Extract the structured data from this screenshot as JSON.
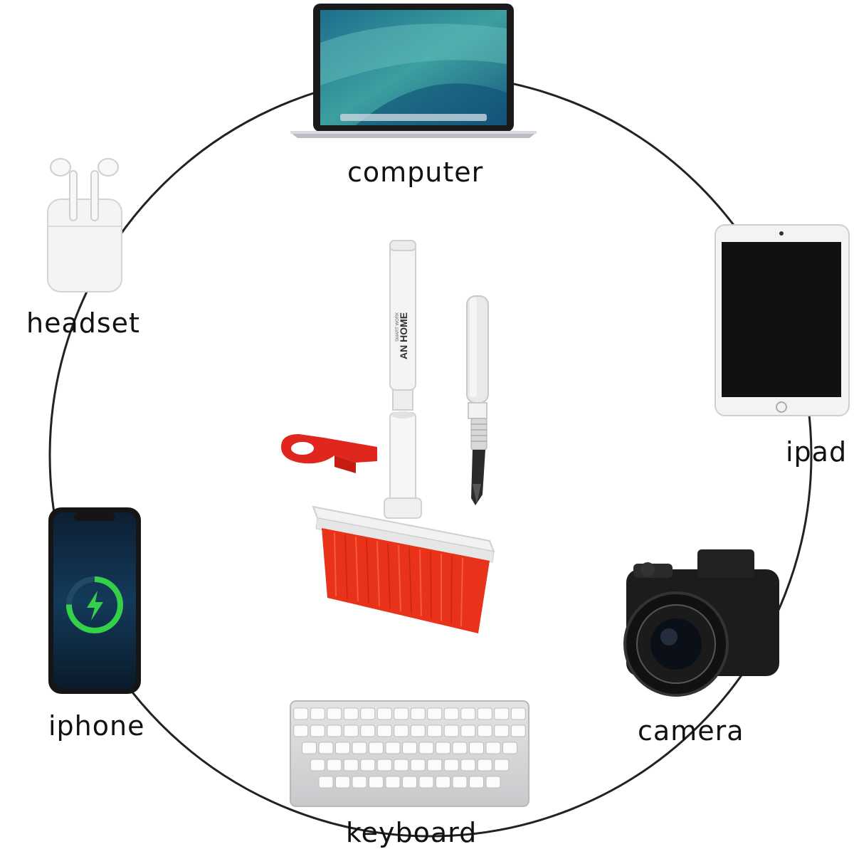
{
  "brand": {
    "logo_text": "AN HOME",
    "tagline": "SMART WORK"
  },
  "devices": {
    "computer": "computer",
    "headset": "headset",
    "ipad": "ipad",
    "iphone": "iphone",
    "camera": "camera",
    "keyboard": "keyboard"
  },
  "colors": {
    "ring": "#222222",
    "bristle": "#e8321a",
    "charge_ring": "#35d04a",
    "label": "#111111"
  },
  "icons": [
    "laptop-icon",
    "earbuds-case-icon",
    "tablet-icon",
    "smartphone-icon",
    "camera-icon",
    "keyboard-icon",
    "cleaning-brush-icon",
    "charging-bolt-icon"
  ]
}
